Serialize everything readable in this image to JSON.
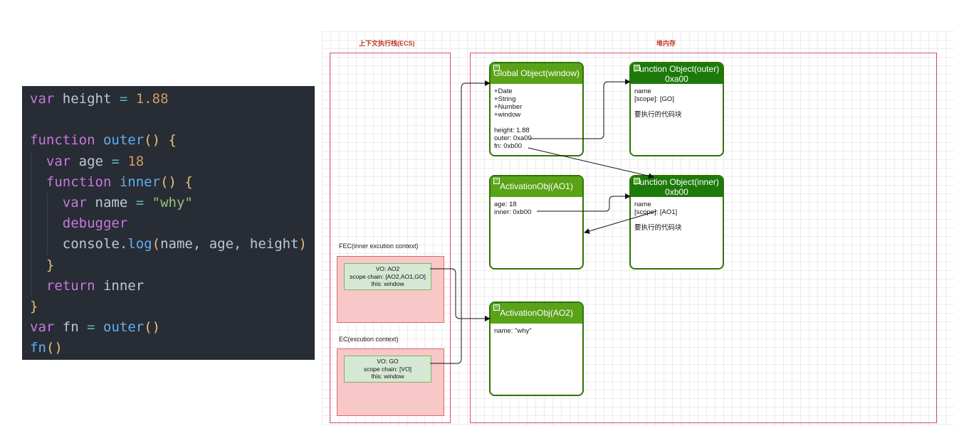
{
  "code": {
    "lines": [
      {
        "indent": 0,
        "tokens": [
          [
            "kw",
            "var"
          ],
          [
            "pl",
            " height "
          ],
          [
            "op",
            "="
          ],
          [
            "pl",
            " "
          ],
          [
            "num",
            "1.88"
          ]
        ]
      },
      {
        "indent": 0,
        "tokens": []
      },
      {
        "indent": 0,
        "tokens": [
          [
            "kw",
            "function"
          ],
          [
            "pl",
            " "
          ],
          [
            "fn",
            "outer"
          ],
          [
            "br",
            "()"
          ],
          [
            "pl",
            " "
          ],
          [
            "br",
            "{"
          ]
        ]
      },
      {
        "indent": 1,
        "tokens": [
          [
            "kw",
            "var"
          ],
          [
            "pl",
            " age "
          ],
          [
            "op",
            "="
          ],
          [
            "pl",
            " "
          ],
          [
            "num",
            "18"
          ]
        ]
      },
      {
        "indent": 1,
        "tokens": [
          [
            "kw",
            "function"
          ],
          [
            "pl",
            " "
          ],
          [
            "fn",
            "inner"
          ],
          [
            "br",
            "()"
          ],
          [
            "pl",
            " "
          ],
          [
            "br",
            "{"
          ]
        ]
      },
      {
        "indent": 2,
        "tokens": [
          [
            "kw",
            "var"
          ],
          [
            "pl",
            " name "
          ],
          [
            "op",
            "="
          ],
          [
            "pl",
            " "
          ],
          [
            "str",
            "\"why\""
          ]
        ]
      },
      {
        "indent": 2,
        "tokens": [
          [
            "kw",
            "debugger"
          ]
        ]
      },
      {
        "indent": 2,
        "tokens": [
          [
            "pl",
            "console."
          ],
          [
            "fn",
            "log"
          ],
          [
            "br",
            "("
          ],
          [
            "pl",
            "name, age, height"
          ],
          [
            "br",
            ")"
          ]
        ]
      },
      {
        "indent": 1,
        "tokens": [
          [
            "br",
            "}"
          ]
        ]
      },
      {
        "indent": 1,
        "tokens": [
          [
            "kw",
            "return"
          ],
          [
            "pl",
            " inner"
          ]
        ]
      },
      {
        "indent": 0,
        "tokens": [
          [
            "br",
            "}"
          ]
        ]
      },
      {
        "indent": 0,
        "tokens": [
          [
            "kw",
            "var"
          ],
          [
            "pl",
            " fn "
          ],
          [
            "op",
            "="
          ],
          [
            "pl",
            " "
          ],
          [
            "fn",
            "outer"
          ],
          [
            "br",
            "()"
          ]
        ]
      },
      {
        "indent": 0,
        "tokens": [
          [
            "fn",
            "fn"
          ],
          [
            "br",
            "()"
          ]
        ]
      }
    ]
  },
  "diagram": {
    "ecs_title": "上下文执行栈(ECS)",
    "heap_title": "堆内存",
    "fec_label": "FEC(inner excution context)",
    "fec_box": {
      "vo": "VO: AO2",
      "scope": "scope chain: [AO2,AO1,GO]",
      "this": "this: window"
    },
    "ec_label": "EC(excution context)",
    "ec_box": {
      "vo": "VO: GO",
      "scope": "scope chain: [VO]",
      "this": "this: window"
    },
    "go": {
      "title": "Global Object(window)",
      "body": "+Date\n+String\n+Number\n+window\n\nheight: 1.88\nouter: 0xa00\nfn: 0xb00"
    },
    "outer_fn": {
      "title": "Function Object(outer)",
      "addr": "0xa00",
      "body": "name\n[scope]: [GO]\n\n要执行的代码块"
    },
    "ao1": {
      "title": "ActivationObj(AO1)",
      "body": "age: 18\ninner: 0xb00"
    },
    "inner_fn": {
      "title": "Function Object(inner)",
      "addr": "0xb00",
      "body": "name\n[scope]: [AO1]\n\n要执行的代码块"
    },
    "ao2": {
      "title": "ActivationObj(AO2)",
      "body": "name: \"why\""
    },
    "colors": {
      "region_border": "#d4526e",
      "object_header": "#5aa217",
      "object_border": "#2d7600",
      "context_bg": "#f8c7c7",
      "vo_bg": "#d5e8d4"
    }
  }
}
